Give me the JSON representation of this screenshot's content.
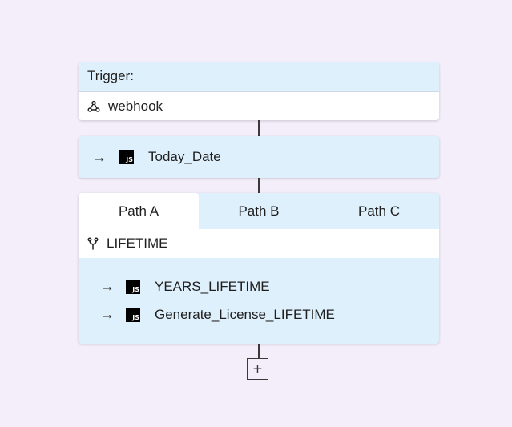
{
  "trigger": {
    "title": "Trigger:",
    "icon": "webhook-icon",
    "name": "webhook"
  },
  "step": {
    "arrow": "→",
    "badge": "JS",
    "label": "Today_Date"
  },
  "paths": {
    "tabs": [
      {
        "label": "Path A",
        "active": true
      },
      {
        "label": "Path B",
        "active": false
      },
      {
        "label": "Path C",
        "active": false
      }
    ],
    "active_path": {
      "icon": "branch-icon",
      "name": "LIFETIME",
      "steps": [
        {
          "arrow": "→",
          "badge": "JS",
          "label": "YEARS_LIFETIME"
        },
        {
          "arrow": "→",
          "badge": "JS",
          "label": "Generate_License_LIFETIME"
        }
      ]
    }
  },
  "add_button": {
    "label": "+"
  },
  "colors": {
    "background": "#f4eefb",
    "card": "#dff0fd",
    "connector": "#3a3a3a"
  }
}
